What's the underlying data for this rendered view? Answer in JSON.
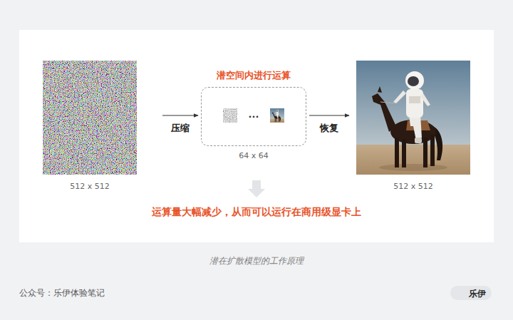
{
  "diagram": {
    "caption": "潜在扩散模型的工作原理",
    "nodes": [
      {
        "text": [
          "512 x 512"
        ]
      },
      {
        "text": [
          "潜空间内进行运算",
          "···",
          "64 x 64"
        ]
      },
      {
        "text": [
          "512 x 512"
        ]
      },
      {
        "text": [
          "乐伊"
        ]
      }
    ],
    "edges": [
      {
        "from": 0,
        "to": 1,
        "label": "压缩",
        "arrow": "to"
      },
      {
        "from": 1,
        "to": 2,
        "label": "恢复",
        "arrow": "to"
      }
    ],
    "labels": [
      "运算量大幅减少，从而可以运行在商用级显卡上",
      "公众号：乐伊体验笔记"
    ]
  }
}
